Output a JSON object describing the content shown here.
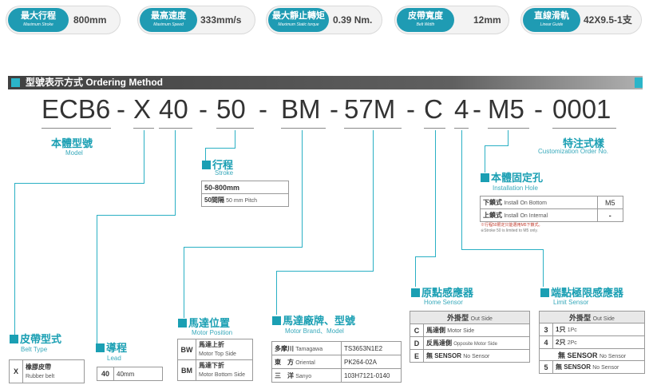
{
  "specs": [
    {
      "label": "最大行程",
      "sub": "Maximum Stroke",
      "value": "800mm"
    },
    {
      "label": "最高速度",
      "sub": "Maximum Speed",
      "value": "333mm/s"
    },
    {
      "label": "最大靜止轉矩",
      "sub": "Maximum Static torque",
      "value": "0.39 Nm."
    },
    {
      "label": "皮帶寬度",
      "sub": "Belt Width",
      "value": "12mm"
    },
    {
      "label": "直線滑軌",
      "sub": "Linear Guide",
      "value": "42X9.5-1支"
    }
  ],
  "section_title": "型號表示方式 Ordering Method",
  "code": {
    "model": "ECB6",
    "belt": "X",
    "lead": "40",
    "stroke": "50",
    "motor_pos": "BM",
    "motor_brand": "57M",
    "home": "C",
    "limit": "4",
    "hole": "M5",
    "custom": "0001",
    "dash": "-"
  },
  "model": {
    "cn": "本體型號",
    "en": "Model"
  },
  "custom": {
    "cn": "特注式樣",
    "en": "Customization Order No."
  },
  "stroke": {
    "cn": "行程",
    "en": "Stroke",
    "rows": [
      {
        "k": "50-800mm",
        "v": ""
      },
      {
        "k": "50間隔",
        "v": "50 mm Pitch"
      }
    ]
  },
  "hole": {
    "cn": "本體固定孔",
    "en": "Installation Hole",
    "rows": [
      {
        "k": "下鎖式",
        "en": "Install On Bottom",
        "v": "M5"
      },
      {
        "k": "上鎖式",
        "en": "Install On Internal",
        "v": "-"
      }
    ],
    "note1": "※行程50限定只能選用M5下鎖式。",
    "note2": "※Stroke 50 is limited to M5 only."
  },
  "belt": {
    "cn": "皮帶型式",
    "en": "Belt Type",
    "rows": [
      {
        "k": "X",
        "cn": "橡膠皮帶",
        "en": "Rubber belt"
      }
    ]
  },
  "lead": {
    "cn": "導程",
    "en": "Lead",
    "rows": [
      {
        "k": "40",
        "v": "40mm"
      }
    ]
  },
  "motor_pos": {
    "cn": "馬達位置",
    "en": "Motor Position",
    "rows": [
      {
        "k": "BW",
        "cn": "馬達上折",
        "en": "Motor Top Side"
      },
      {
        "k": "BM",
        "cn": "馬達下折",
        "en": "Motor Bottom Side"
      }
    ]
  },
  "motor_brand": {
    "cn": "馬達廠牌、型號",
    "en": "Motor Brand、Model",
    "rows": [
      {
        "cn": "多摩川",
        "en": "Tamagawa",
        "v": "TS3653N1E2"
      },
      {
        "cn": "東　方",
        "en": "Oriental",
        "v": "PK264-02A"
      },
      {
        "cn": "三　洋",
        "en": "Sanyo",
        "v": "103H7121-0140"
      }
    ]
  },
  "home": {
    "cn": "原點感應器",
    "en": "Home Sensor",
    "header_cn": "外掛型",
    "header_en": "Out Side",
    "rows": [
      {
        "k": "C",
        "cn": "馬達側",
        "en": "Motor Side"
      },
      {
        "k": "D",
        "cn": "反馬達側",
        "en": "Opposite Motor Side"
      },
      {
        "k": "E",
        "cn": "無 SENSOR",
        "en": "No Sensor"
      }
    ]
  },
  "limit": {
    "cn": "端點極限感應器",
    "en": "Limit Sensor",
    "header_cn": "外掛型",
    "header_en": "Out Side",
    "rows": [
      {
        "k": "3",
        "cn": "1只",
        "en": "1Pc"
      },
      {
        "k": "4",
        "cn": "2只",
        "en": "2Pc"
      },
      {
        "k": "",
        "cn": "無 SENSOR",
        "en": "No Sensor"
      },
      {
        "k": "5",
        "cn": "無 SENSOR",
        "en": "No Sensor"
      }
    ]
  }
}
